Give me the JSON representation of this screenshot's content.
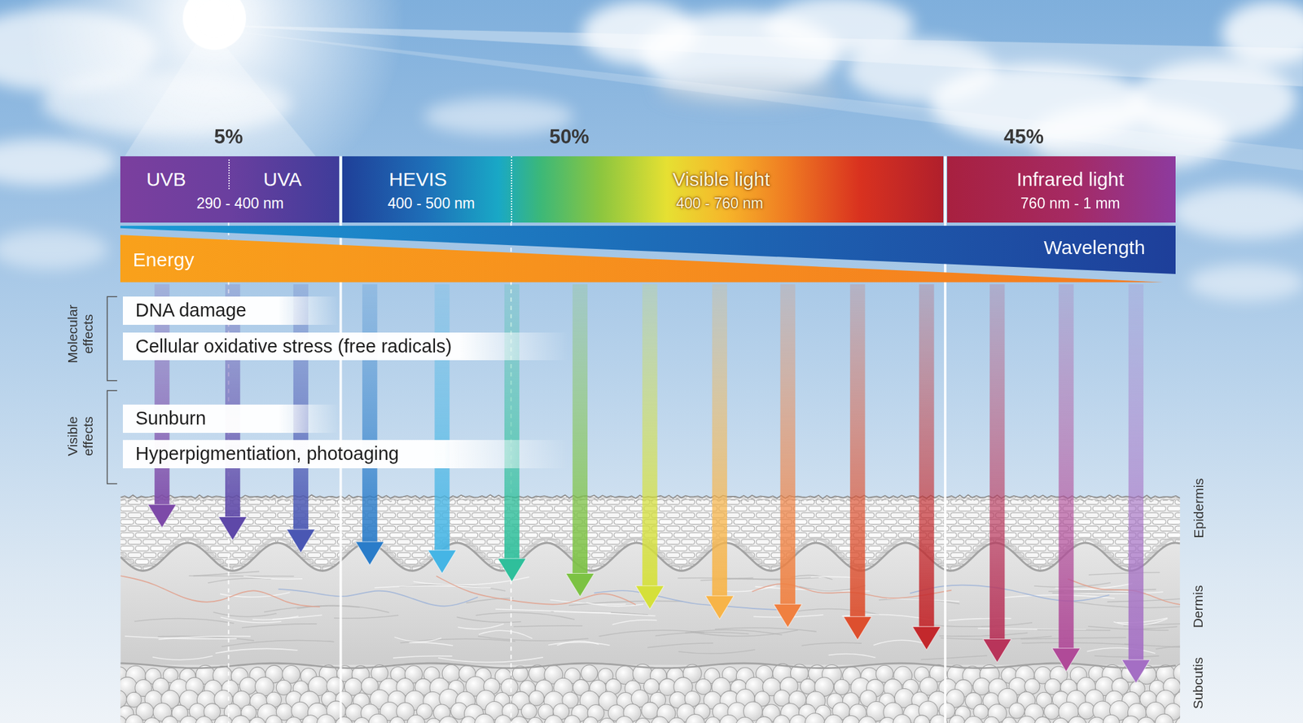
{
  "diagram": {
    "nodes": [
      {
        "text": [
          "UVB",
          "UVA",
          "290 - 400 nm"
        ]
      },
      {
        "text": [
          "HEVIS",
          "400 - 500 nm",
          "Visible light",
          "400 - 760 nm"
        ]
      },
      {
        "text": [
          "Infrared light",
          "760 nm - 1 mm"
        ]
      },
      {
        "text": [
          "Energy"
        ]
      },
      {
        "text": [
          "Wavelength"
        ]
      },
      {
        "text": [
          "DNA damage"
        ]
      },
      {
        "text": [
          "Cellular oxidative stress (free radicals)"
        ]
      },
      {
        "text": [
          "Sunburn"
        ]
      },
      {
        "text": [
          "Hyperpigmentiation, photoaging"
        ]
      }
    ],
    "labels": [
      "5%",
      "50%",
      "45%",
      "Molecular effects",
      "Visible effects",
      "Epidermis",
      "Dermis",
      "Subcutis"
    ]
  }
}
